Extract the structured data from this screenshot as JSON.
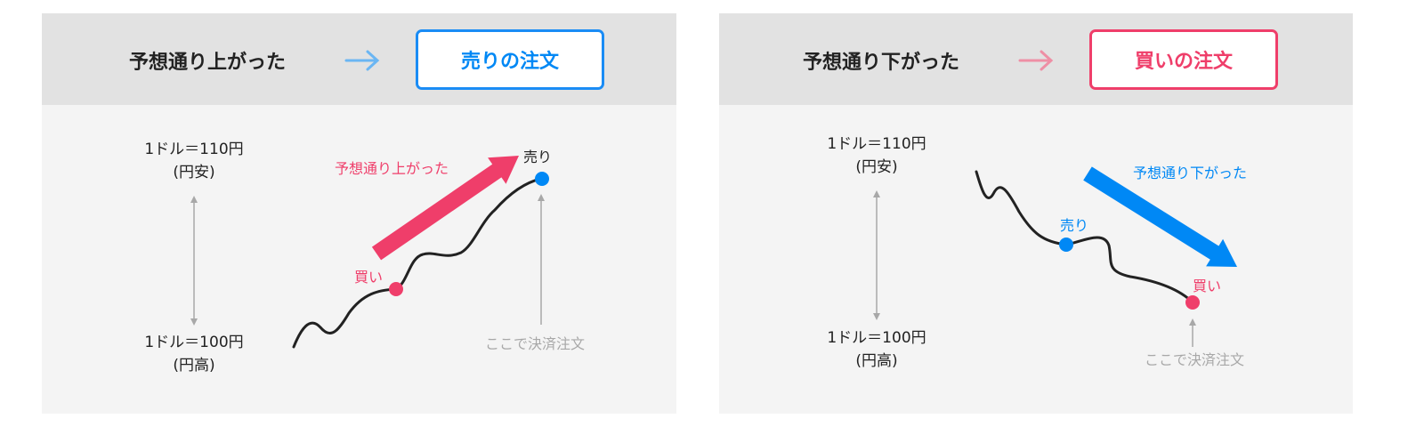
{
  "colors": {
    "blue": "#0088f5",
    "pink": "#ef3e6a",
    "gray": "#a8a8a8",
    "header_bg": "#e2e2e2",
    "body_bg": "#f4f4f4"
  },
  "left": {
    "title": "予想通り上がった",
    "action": "売りの注文",
    "high_rate": "1ドル＝110円",
    "high_note": "(円安)",
    "low_rate": "1ドル＝100円",
    "low_note": "(円高)",
    "trend_label": "予想通り上がった",
    "entry_label": "買い",
    "exit_label": "売り",
    "settle_label": "ここで決済注文"
  },
  "right": {
    "title": "予想通り下がった",
    "action": "買いの注文",
    "high_rate": "1ドル＝110円",
    "high_note": "(円安)",
    "low_rate": "1ドル＝100円",
    "low_note": "(円高)",
    "trend_label": "予想通り下がった",
    "entry_label": "売り",
    "exit_label": "買い",
    "settle_label": "ここで決済注文"
  }
}
